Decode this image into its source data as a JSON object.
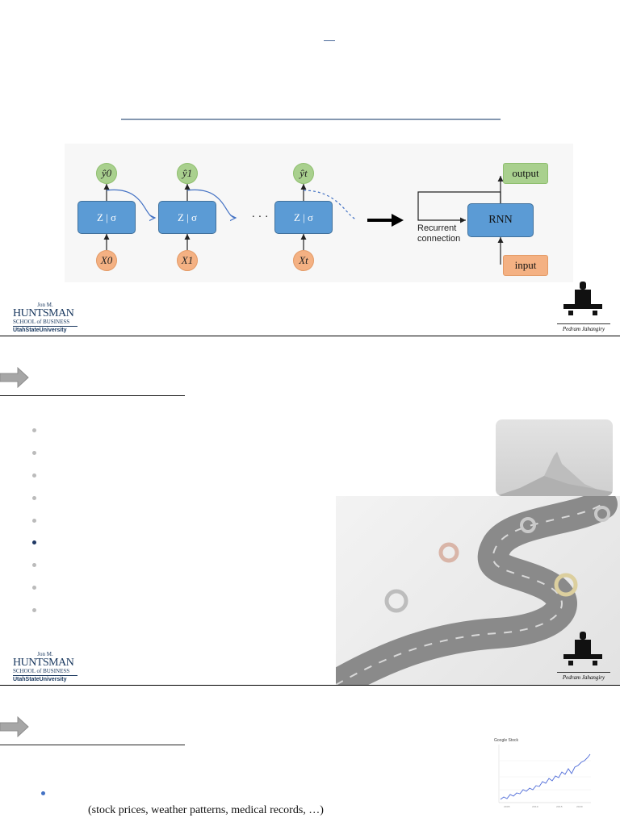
{
  "slide1": {
    "diagram": {
      "cell_labels": [
        "Z | σ",
        "Z | σ",
        "Z | σ"
      ],
      "outputs": [
        "ŷ0",
        "ŷ1",
        "ŷt"
      ],
      "inputs": [
        "X0",
        "X1",
        "Xt"
      ],
      "ellipsis": "· · ·",
      "rnn_label": "RNN",
      "output_label": "output",
      "input_label": "input",
      "recurrent_label_1": "Recurrent",
      "recurrent_label_2": "connection"
    },
    "logo_left": {
      "line1": "Jon M.",
      "line2": "HUNTSMAN",
      "line3": "SCHOOL of BUSINESS",
      "line4": "UtahStateUniversity"
    },
    "signature": "Pedram Jahangiry"
  },
  "slide2": {
    "logo_left": {
      "line1": "Jon M.",
      "line2": "HUNTSMAN",
      "line3": "SCHOOL of BUSINESS",
      "line4": "UtahStateUniversity"
    },
    "signature": "Pedram Jahangiry",
    "active_bullet_index": 5
  },
  "slide3": {
    "sub_text": "(stock prices, weather patterns, medical records, …)",
    "thumb_title": "Google Stock"
  },
  "colors": {
    "accent": "#5b9bd5",
    "green": "#a9d08e",
    "orange": "#f4b183",
    "navy": "#17365d"
  }
}
